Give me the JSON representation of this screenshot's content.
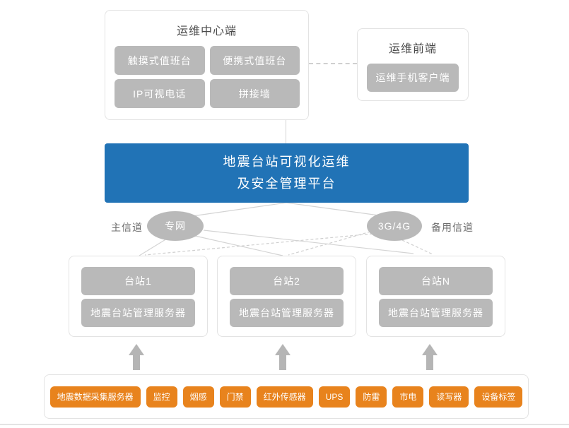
{
  "ops_center": {
    "title": "运维中心端",
    "items": [
      "触摸式值班台",
      "便携式值班台",
      "IP可视电话",
      "拼接墙"
    ]
  },
  "ops_front": {
    "title": "运维前端",
    "item": "运维手机客户端"
  },
  "platform": {
    "line1": "地震台站可视化运维",
    "line2": "及安全管理平台",
    "color": "#2173b6"
  },
  "channels": {
    "primary_label": "主信道",
    "primary_node": "专网",
    "backup_node": "3G/4G",
    "backup_label": "备用信道"
  },
  "stations": [
    {
      "name": "台站1",
      "server": "地震台站管理服务器"
    },
    {
      "name": "台站2",
      "server": "地震台站管理服务器"
    },
    {
      "name": "台站N",
      "server": "地震台站管理服务器"
    }
  ],
  "devices": {
    "color": "#e8831d",
    "items": [
      "地震数据采集服务器",
      "监控",
      "烟感",
      "门禁",
      "红外传感器",
      "UPS",
      "防雷",
      "市电",
      "读写器",
      "设备标签"
    ]
  }
}
